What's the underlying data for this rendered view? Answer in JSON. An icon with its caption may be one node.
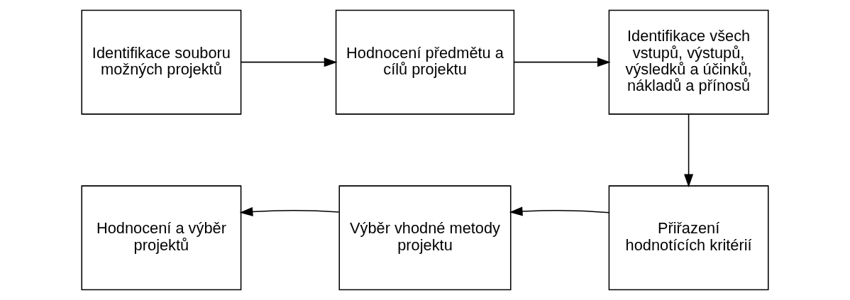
{
  "diagram": {
    "nodes": [
      {
        "text": [
          "Identifikace souboru možných projektů"
        ]
      },
      {
        "text": [
          "Hodnocení předmětu a cílů projektu"
        ]
      },
      {
        "text": [
          "Identifikace všech vstupů, výstupů, výsledků a účinků, nákladů a přínosů"
        ]
      },
      {
        "text": [
          "Přiřazení hodnotících kritérií"
        ]
      },
      {
        "text": [
          "Výběr vhodné metody projektu"
        ]
      },
      {
        "text": [
          "Hodnocení a výběr projektů"
        ]
      }
    ],
    "edges": [
      {
        "from": 0,
        "to": 1,
        "arrow": "to"
      },
      {
        "from": 1,
        "to": 2,
        "arrow": "to"
      },
      {
        "from": 2,
        "to": 3,
        "arrow": "to"
      },
      {
        "from": 3,
        "to": 4,
        "arrow": "to"
      },
      {
        "from": 4,
        "to": 5,
        "arrow": "to"
      }
    ]
  }
}
